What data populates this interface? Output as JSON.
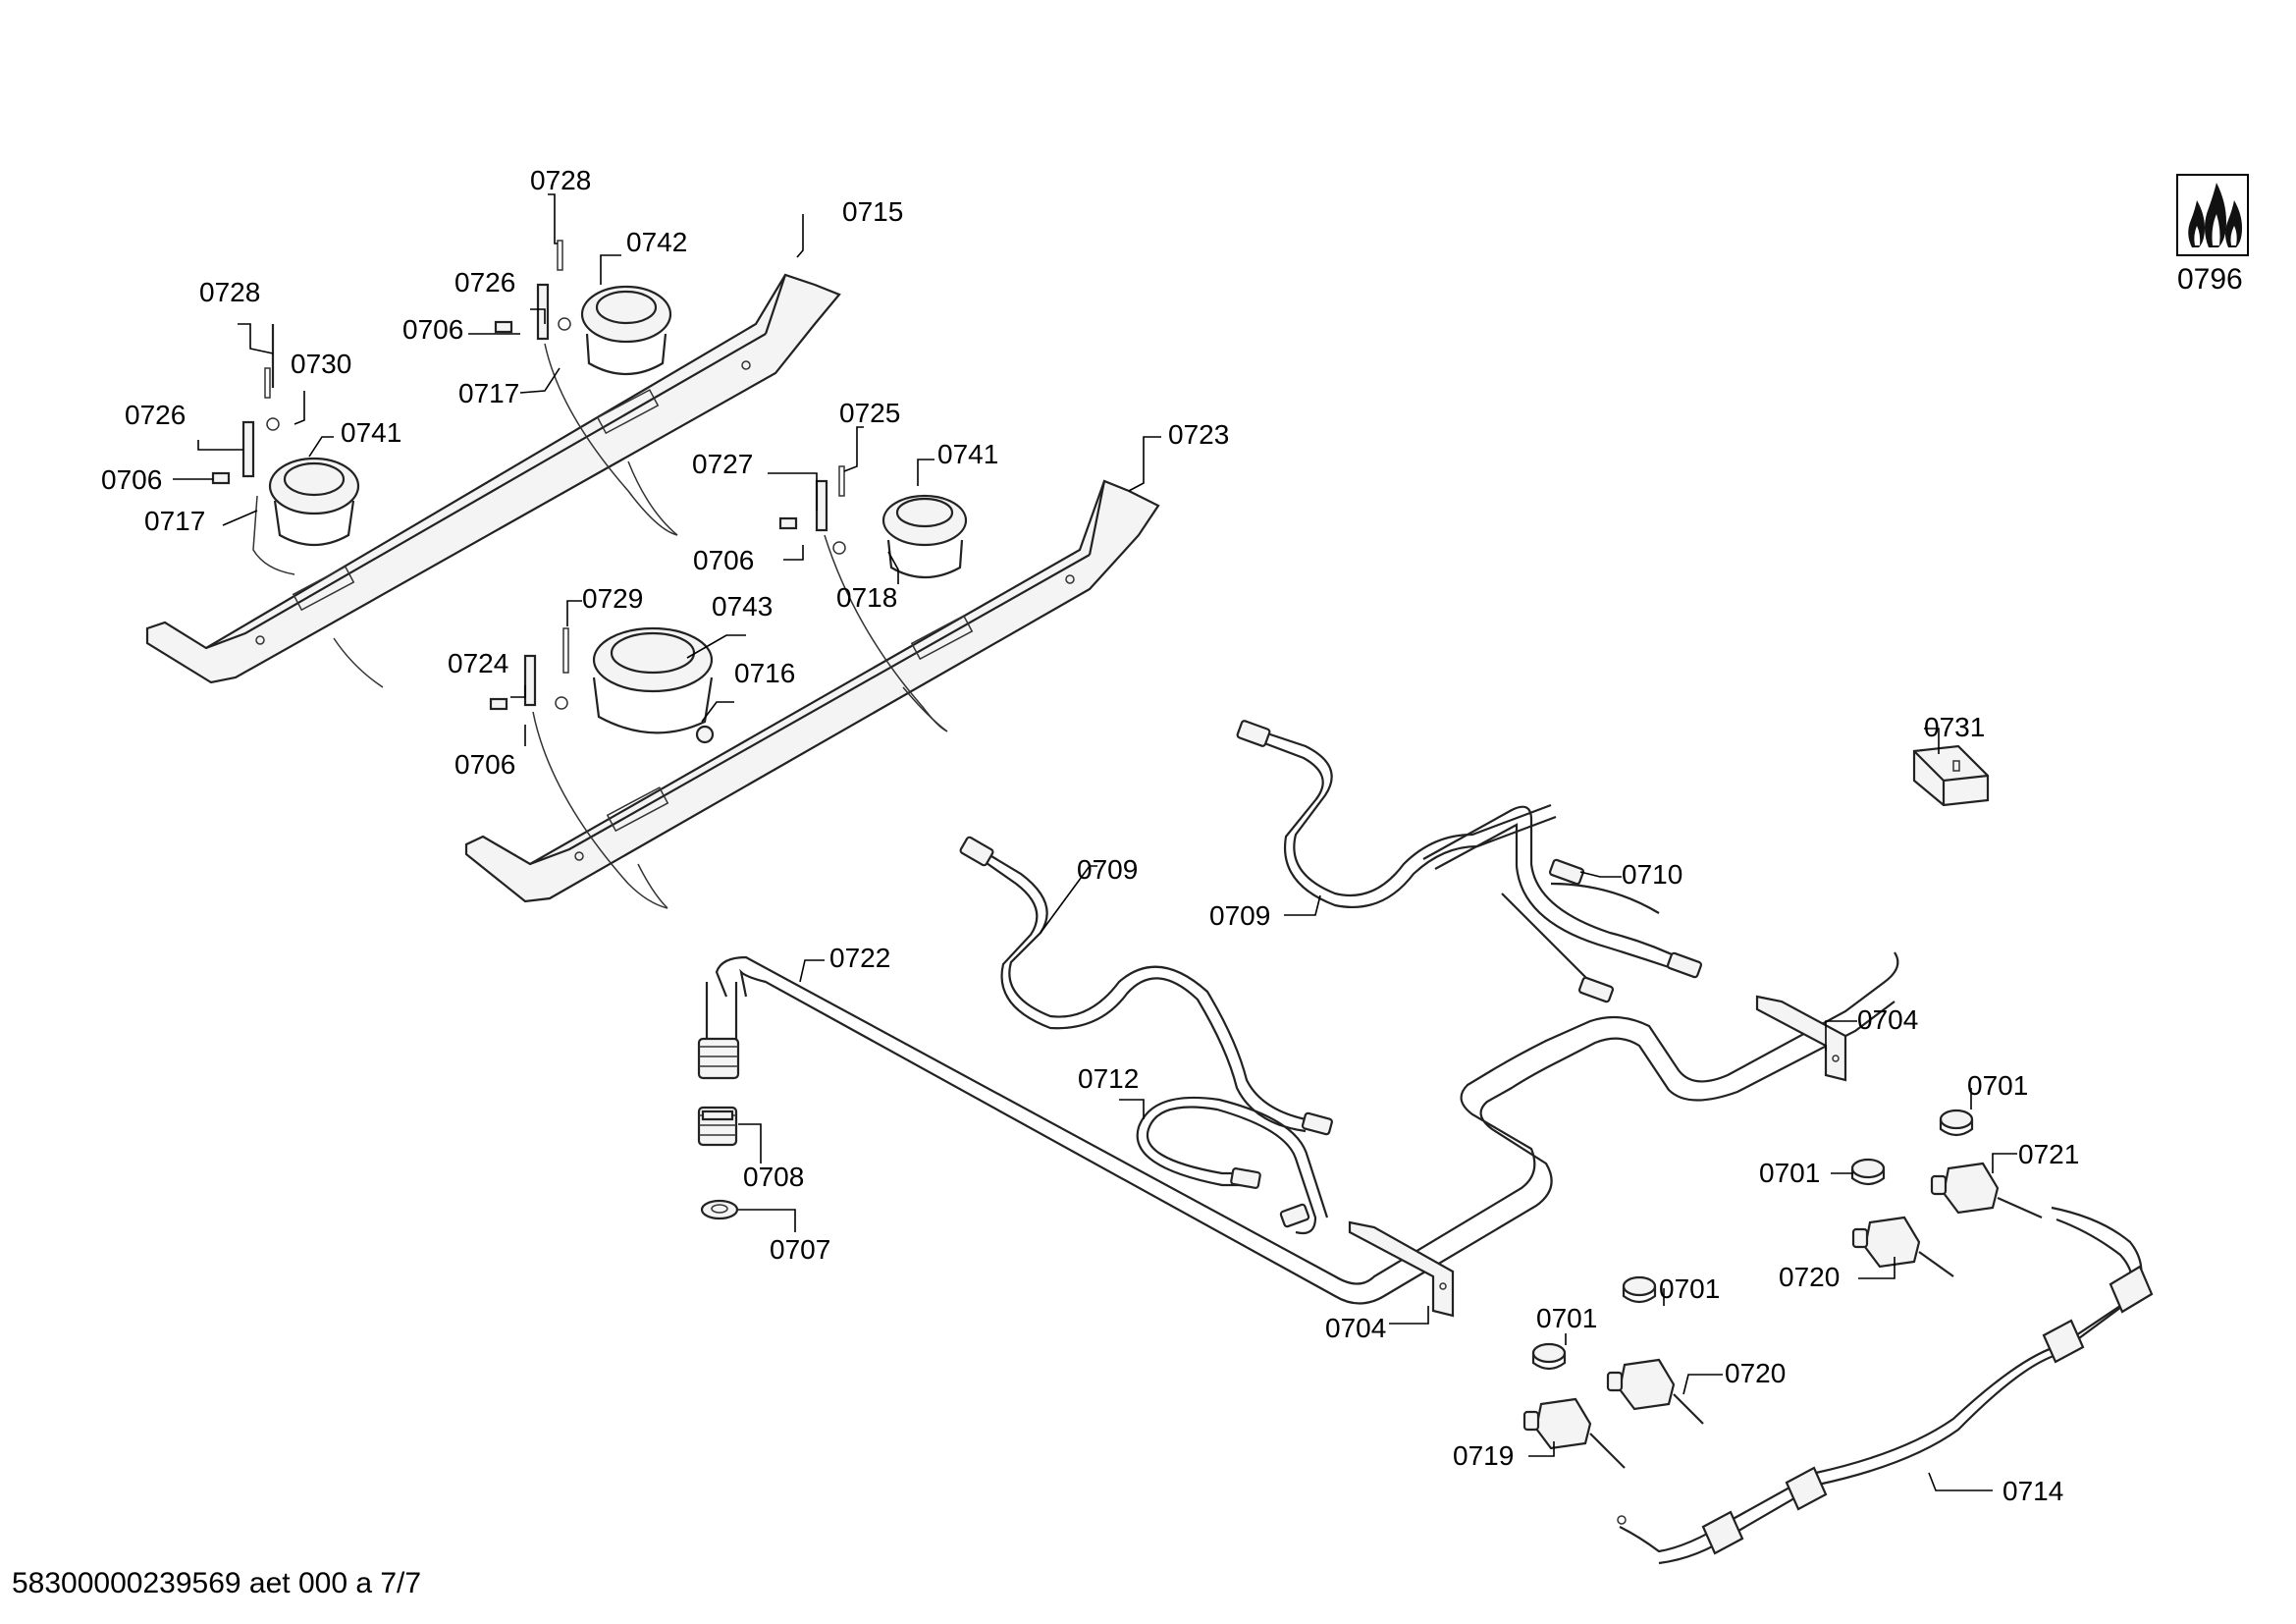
{
  "footer": {
    "document_code": "58300000239569 aet 000 a 7/7"
  },
  "symbol": {
    "icon": "gas-flame-icon",
    "label": "0796"
  },
  "labels": {
    "p0728a": "0728",
    "p0742": "0742",
    "p0715": "0715",
    "p0726a": "0726",
    "p0706a": "0706",
    "p0717a": "0717",
    "p0728b": "0728",
    "p0730": "0730",
    "p0726b": "0726",
    "p0741a": "0741",
    "p0706b": "0706",
    "p0717b": "0717",
    "p0725": "0725",
    "p0723": "0723",
    "p0727": "0727",
    "p0741b": "0741",
    "p0706c": "0706",
    "p0718": "0718",
    "p0729": "0729",
    "p0743": "0743",
    "p0724": "0724",
    "p0716": "0716",
    "p0706d": "0706",
    "p0731": "0731",
    "p0709a": "0709",
    "p0709b": "0709",
    "p0710": "0710",
    "p0722": "0722",
    "p0704a": "0704",
    "p0712": "0712",
    "p0708": "0708",
    "p0707": "0707",
    "p0701a": "0701",
    "p0721": "0721",
    "p0701b": "0701",
    "p0720a": "0720",
    "p0704b": "0704",
    "p0701c": "0701",
    "p0701d": "0701",
    "p0720b": "0720",
    "p0719": "0719",
    "p0714": "0714"
  }
}
